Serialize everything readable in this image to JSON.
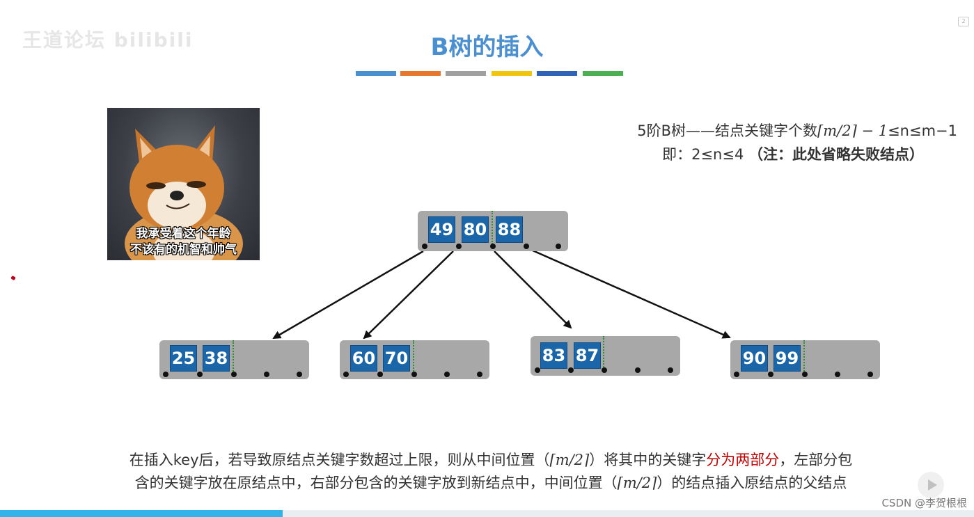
{
  "watermark": "王道论坛 bilibili",
  "page_indicator": "2",
  "title": "B树的插入",
  "title_color": "#4a8fd0",
  "color_bar": [
    "#4a8fd0",
    "#e8772e",
    "#a0a0a0",
    "#f1c40f",
    "#2e63b5",
    "#4caf50"
  ],
  "meme": {
    "caption_line1": "我承受着这个年龄",
    "caption_line2": "不该有的机智和帅气"
  },
  "rule": {
    "line1_prefix": "5阶B树——结点关键字个数",
    "line1_formula": "⌈m/2⌉ − 1",
    "line1_suffix": "≤n≤m−1",
    "line2_prefix": "即：2≤n≤4",
    "line2_note": "（注：此处省略失败结点）"
  },
  "tree": {
    "root": {
      "keys": [
        "49",
        "80",
        "88"
      ]
    },
    "children": [
      {
        "keys": [
          "25",
          "38"
        ]
      },
      {
        "keys": [
          "60",
          "70"
        ]
      },
      {
        "keys": [
          "83",
          "87"
        ]
      },
      {
        "keys": [
          "90",
          "99"
        ]
      }
    ]
  },
  "description": {
    "line1_a": "在插入key后，若导致原结点关键字数超过上限，则从中间位置（",
    "line1_formula": "⌈m/2⌉",
    "line1_b": "）将其中的关键字",
    "line1_red": "分为两部分",
    "line1_c": "，左部分包",
    "line2_a": "含的关键字放在原结点中，右部分包含的关键字放到新结点中，中间位置（",
    "line2_formula": "⌈m/2⌉",
    "line2_b": "）的结点插入原结点的父结点"
  },
  "player": {
    "progress_fraction": 0.29,
    "progress_color": "#34b3ea",
    "source_label": "CSDN @李贺根根"
  }
}
